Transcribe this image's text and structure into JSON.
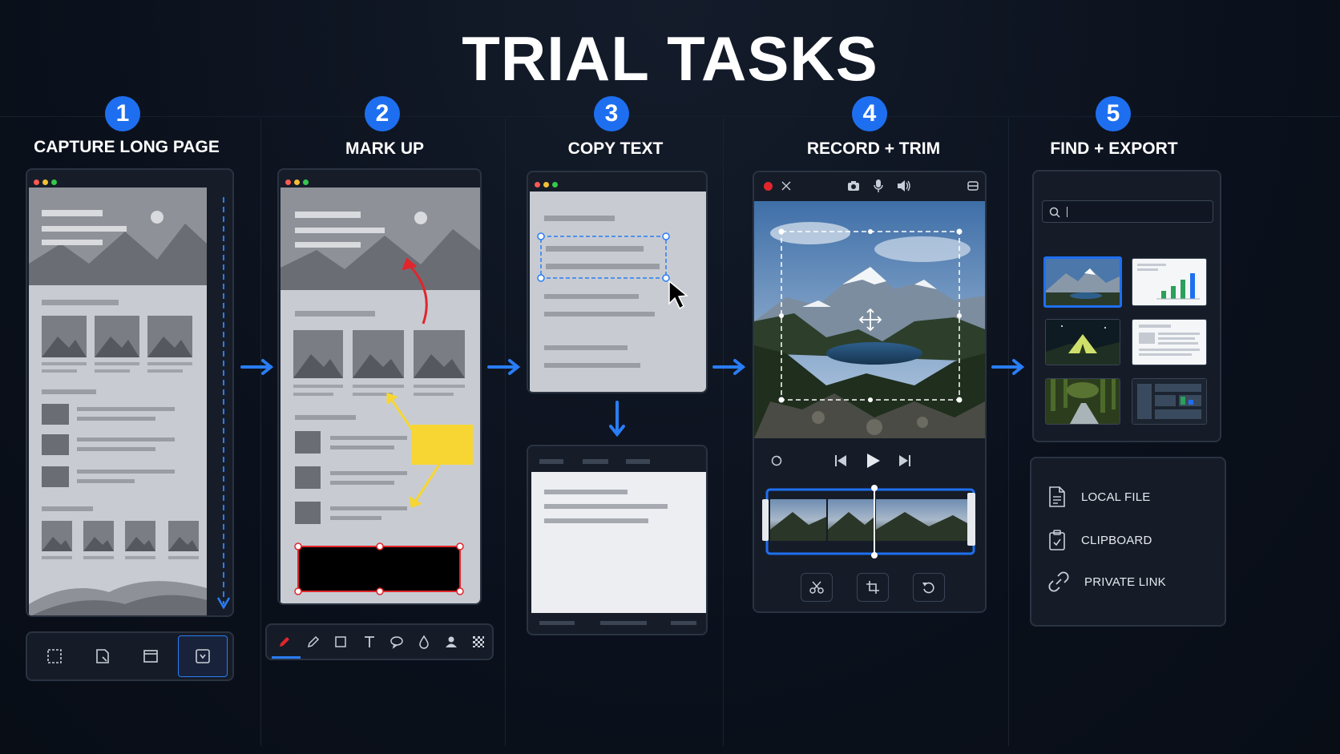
{
  "title": "TRIAL TASKS",
  "steps": [
    {
      "number": "1",
      "label": "CAPTURE LONG PAGE"
    },
    {
      "number": "2",
      "label": "MARK UP"
    },
    {
      "number": "3",
      "label": "COPY TEXT"
    },
    {
      "number": "4",
      "label": "RECORD + TRIM"
    },
    {
      "number": "5",
      "label": "FIND + EXPORT"
    }
  ],
  "capture_tools": [
    "region-capture-icon",
    "scrolling-capture-icon",
    "window-capture-icon",
    "long-page-capture-icon"
  ],
  "markup_tools": [
    "pen-icon",
    "pencil-icon",
    "rectangle-icon",
    "text-icon",
    "speech-bubble-icon",
    "blur-drop-icon",
    "person-icon",
    "pixelate-icon"
  ],
  "export": {
    "search_placeholder": "",
    "options": [
      {
        "label": "LOCAL FILE",
        "icon": "document-icon"
      },
      {
        "label": "CLIPBOARD",
        "icon": "clipboard-icon"
      },
      {
        "label": "PRIVATE LINK",
        "icon": "link-icon"
      }
    ]
  },
  "colors": {
    "accent": "#1e6ff0",
    "annotation_red": "#e0262c",
    "annotation_yellow": "#f7d633",
    "background": "#0b111c"
  }
}
